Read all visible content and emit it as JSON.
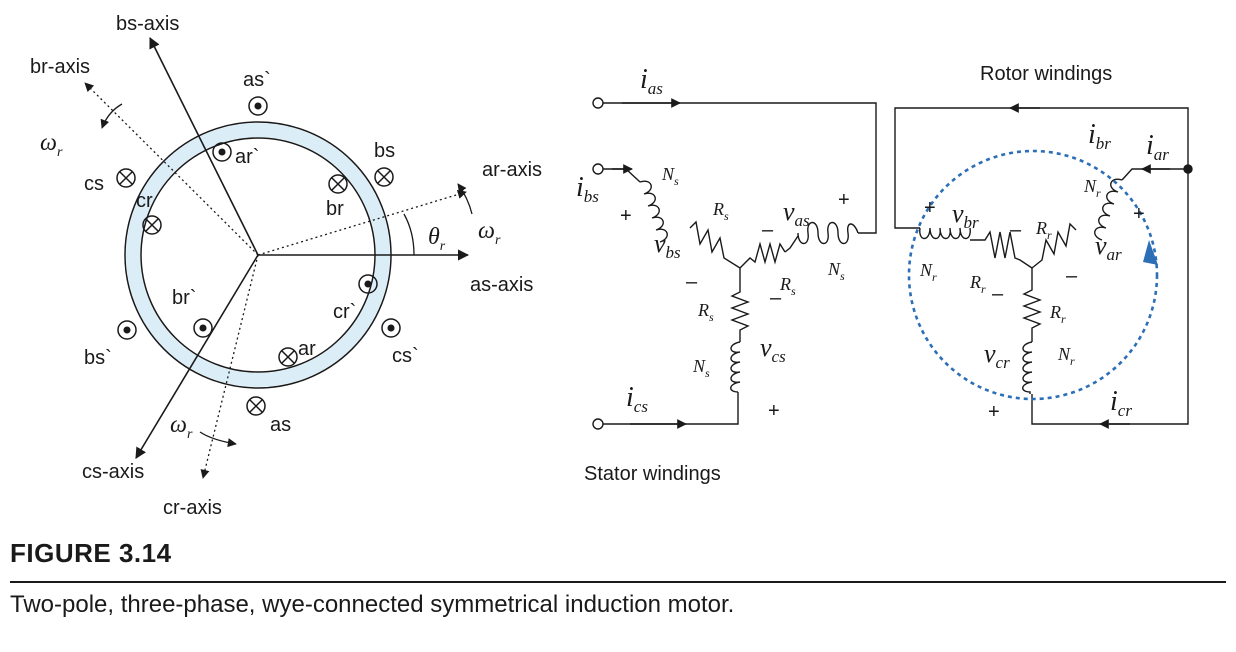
{
  "axes": {
    "bs": "bs-axis",
    "br": "br-axis",
    "ar": "ar-axis",
    "as": "as-axis",
    "cs": "cs-axis",
    "cr": "cr-axis"
  },
  "conductors": {
    "as_prime": "as`",
    "ar_prime": "ar`",
    "bs": "bs",
    "br": "br",
    "cs": "cs",
    "cr": "cr",
    "cr_prime": "cr`",
    "br_prime": "br`",
    "bs_prime": "bs`",
    "ar": "ar",
    "cs_prime": "cs`",
    "as": "as"
  },
  "angles": {
    "omega_r": "ω",
    "omega_sub": "r",
    "theta_r": "θ",
    "theta_sub": "r"
  },
  "stator": {
    "title": "Stator windings",
    "i_as": "i",
    "i_as_sub": "as",
    "i_bs": "i",
    "i_bs_sub": "bs",
    "i_cs": "i",
    "i_cs_sub": "cs",
    "v_as": "v",
    "v_as_sub": "as",
    "v_bs": "v",
    "v_bs_sub": "bs",
    "v_cs": "v",
    "v_cs_sub": "cs",
    "N": "N",
    "N_sub": "s",
    "R": "R",
    "R_sub": "s"
  },
  "rotor": {
    "title": "Rotor windings",
    "i_ar": "i",
    "i_ar_sub": "ar",
    "i_br": "i",
    "i_br_sub": "br",
    "i_cr": "i",
    "i_cr_sub": "cr",
    "v_ar": "v",
    "v_ar_sub": "ar",
    "v_br": "v",
    "v_br_sub": "br",
    "v_cr": "v",
    "v_cr_sub": "cr",
    "N": "N",
    "N_sub": "r",
    "R": "R",
    "R_sub": "r"
  },
  "signs": {
    "plus": "+",
    "minus": "–"
  },
  "caption": {
    "title": "FIGURE 3.14",
    "text": "Two-pole, three-phase, wye-connected symmetrical induction motor."
  },
  "colors": {
    "ring_fill": "#dbeef8",
    "ring_stroke": "#1a1a1a",
    "loop": "#2c6fb7",
    "ink": "#1a1a1a"
  }
}
